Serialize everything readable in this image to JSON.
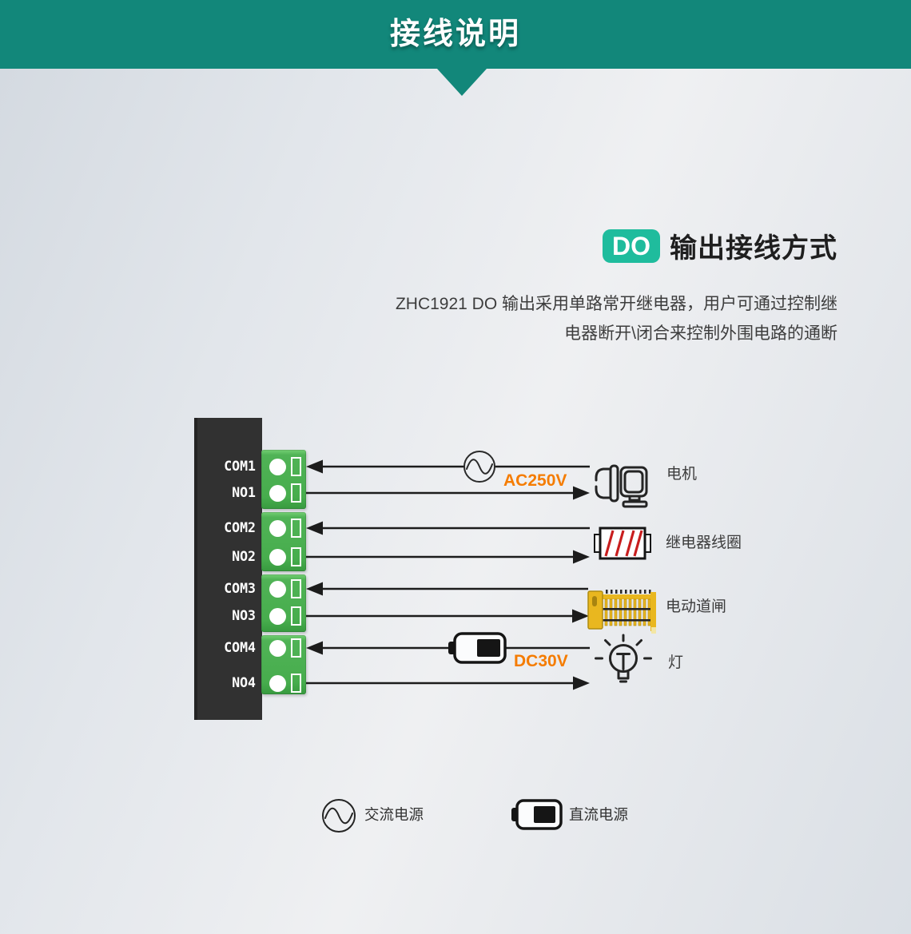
{
  "header": {
    "title": "接线说明"
  },
  "section": {
    "badge": "DO",
    "heading": "输出接线方式",
    "description_line1": "ZHC1921 DO 输出采用单路常开继电器，用户可通过控制继",
    "description_line2": "电器断开\\闭合来控制外围电路的通断"
  },
  "diagram": {
    "terminals": [
      "COM1",
      "NO1",
      "COM2",
      "NO2",
      "COM3",
      "NO3",
      "COM4",
      "NO4"
    ],
    "ac_voltage": "AC250V",
    "dc_voltage": "DC30V",
    "loads": [
      "电机",
      "继电器线圈",
      "电动道闸",
      "灯"
    ]
  },
  "legend": {
    "ac": "交流电源",
    "dc": "直流电源"
  },
  "colors": {
    "banner_teal": "#12877a",
    "badge_teal": "#1fbc9d",
    "label_orange": "#f57c00",
    "terminal_green": "#47ad4d",
    "coil_red": "#c81e1e",
    "gate_yellow": "#e9b71f"
  }
}
